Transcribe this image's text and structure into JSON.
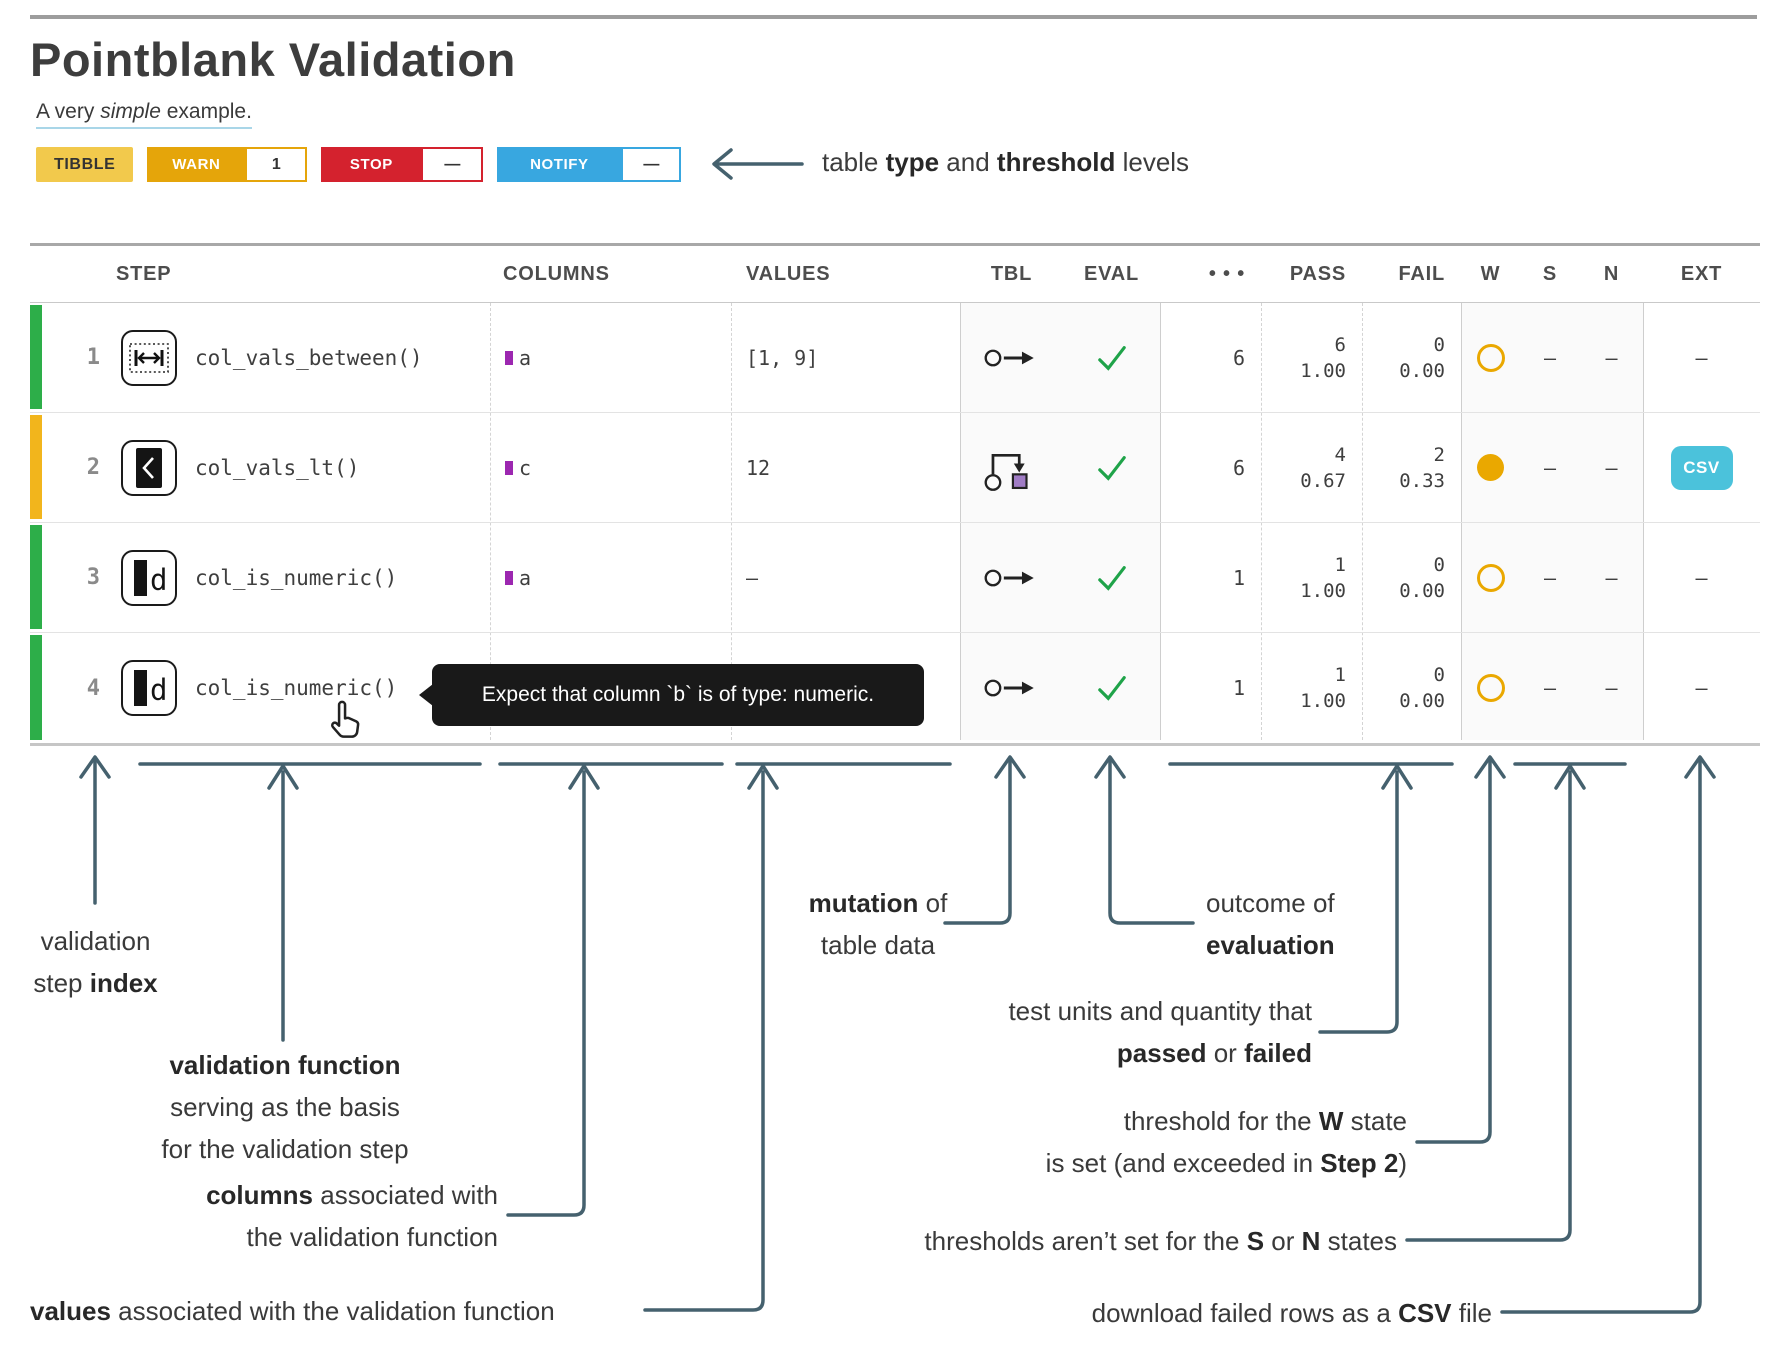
{
  "title": "Pointblank Validation",
  "subtitle": {
    "p1": "A very ",
    "italic": "simple",
    "p2": " example."
  },
  "badges": {
    "tibble": "TIBBLE",
    "warn_label": "WARN",
    "warn_value": "1",
    "stop_label": "STOP",
    "stop_value": "—",
    "notify_label": "NOTIFY",
    "notify_value": "—"
  },
  "badge_caption": {
    "p1": "table ",
    "b1": "type",
    "p2": " and ",
    "b2": "threshold",
    "p3": " levels"
  },
  "table": {
    "headers": {
      "step": "STEP",
      "columns": "COLUMNS",
      "values": "VALUES",
      "tbl": "TBL",
      "eval": "EVAL",
      "dots": "• • •",
      "pass": "PASS",
      "fail": "FAIL",
      "w": "W",
      "s": "S",
      "n": "N",
      "ext": "EXT"
    },
    "rows": [
      {
        "index": "1",
        "fn": "col_vals_between()",
        "col": "a",
        "values": "[1, 9]",
        "units": "6",
        "pass_n": "6",
        "pass_f": "1.00",
        "fail_n": "0",
        "fail_f": "0.00",
        "s": "—",
        "n": "—",
        "ext": "—"
      },
      {
        "index": "2",
        "fn": "col_vals_lt()",
        "col": "c",
        "values": "12",
        "units": "6",
        "pass_n": "4",
        "pass_f": "0.67",
        "fail_n": "2",
        "fail_f": "0.33",
        "s": "—",
        "n": "—",
        "ext_button": "CSV"
      },
      {
        "index": "3",
        "fn": "col_is_numeric()",
        "col": "a",
        "values": "—",
        "units": "1",
        "pass_n": "1",
        "pass_f": "1.00",
        "fail_n": "0",
        "fail_f": "0.00",
        "s": "—",
        "n": "—",
        "ext": "—"
      },
      {
        "index": "4",
        "fn": "col_is_numeric()",
        "units": "1",
        "pass_n": "1",
        "pass_f": "1.00",
        "fail_n": "0",
        "fail_f": "0.00",
        "s": "—",
        "n": "—",
        "ext": "—"
      }
    ]
  },
  "tooltip": {
    "text": "Expect that column `b` is of type: numeric."
  },
  "annotations": {
    "index": {
      "l1": "validation",
      "l2a": "step ",
      "l2b": "index"
    },
    "fn": {
      "l1": "validation function",
      "l2": "serving as the basis",
      "l3": "for the validation step"
    },
    "columns": {
      "l1a": "columns",
      "l1b": " associated with",
      "l2": "the validation function"
    },
    "values": {
      "l1a": "values",
      "l1b": " associated with the validation function"
    },
    "mutation": {
      "l1a": "mutation",
      "l1b": " of",
      "l2": "table data"
    },
    "outcome": {
      "l1": "outcome of",
      "l2": "evaluation"
    },
    "testunits": {
      "l1": "test units and quantity that",
      "l2a": "passed",
      "l2b": " or ",
      "l2c": "failed"
    },
    "wthreshold": {
      "l1a": "threshold for the ",
      "l1b": "W",
      "l1c": " state",
      "l2a": "is set (and exceeded in ",
      "l2b": "Step 2",
      "l2c": ")"
    },
    "sn": {
      "a": "thresholds aren’t set for the ",
      "b": "S",
      "c": " or ",
      "d": "N",
      "e": " states"
    },
    "csv": {
      "a": "download failed rows as a ",
      "b": "CSV",
      "c": " file"
    }
  },
  "colors": {
    "row_pass_green": "#2dae49",
    "row_warn_amber": "#f2b51c",
    "badge_tibble": "#f2c94c",
    "badge_warn": "#e5a50a",
    "badge_stop": "#d4222e",
    "badge_notify": "#38a7e0",
    "csv_button": "#4bc2db",
    "eval_check": "#1fa349",
    "threshold_circle": "#eaa800",
    "column_marker": "#9c27b0",
    "mutation_square": "#a07cc5",
    "annotation_arrow": "#45616e"
  },
  "icons": {
    "dash": "—",
    "dots": "• • •",
    "check": "✓"
  }
}
